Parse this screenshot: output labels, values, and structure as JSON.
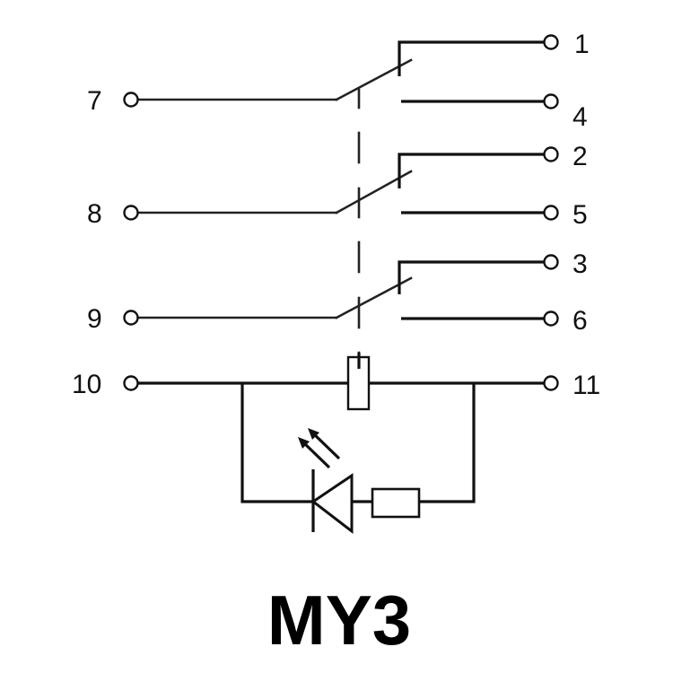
{
  "diagram": {
    "title": "MY3",
    "colors": {
      "line": "#111111",
      "background": "#ffffff"
    },
    "terminals": {
      "t1": "1",
      "t2": "2",
      "t3": "3",
      "t4": "4",
      "t5": "5",
      "t6": "6",
      "t7": "7",
      "t8": "8",
      "t9": "9",
      "t10": "10",
      "t11": "11"
    },
    "components": {
      "switches": [
        "switch-7-1-4",
        "switch-8-2-5",
        "switch-9-3-6"
      ],
      "coil": "relay-coil",
      "indicator": "led-with-resistor"
    }
  }
}
